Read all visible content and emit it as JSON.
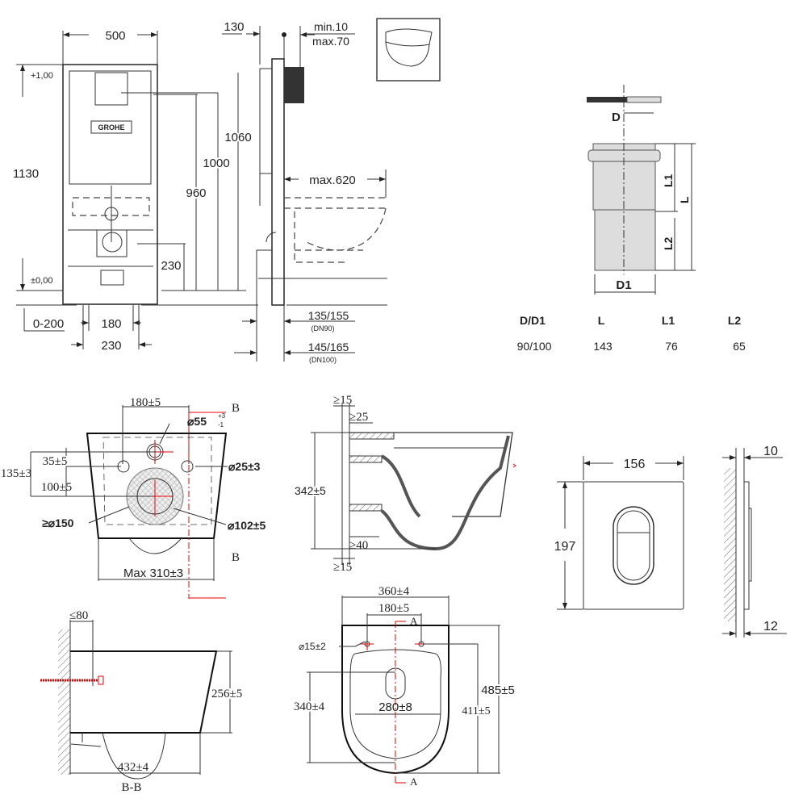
{
  "frame_front": {
    "width": "500",
    "height_total": "1130",
    "h_1060": "1060",
    "h_1000": "1000",
    "h_960": "960",
    "h_230": "230",
    "floor_range": "0-200",
    "spacing_180": "180",
    "spacing_230": "230",
    "level_top": "+1,00",
    "level_zero": "±0,00",
    "logo": "GROHE"
  },
  "frame_side": {
    "depth_130": "130",
    "min": "min.10",
    "max": "max.70",
    "max_620": "max.620",
    "dn90_dim": "135/155",
    "dn90": "(DN90)",
    "dn100_dim": "145/165",
    "dn100": "(DN100)"
  },
  "pipe": {
    "label_d": "D",
    "label_d1": "D1",
    "label_l": "L",
    "label_l1": "L1",
    "label_l2": "L2",
    "table": {
      "headers": [
        "D/D1",
        "L",
        "L1",
        "L2"
      ],
      "values": [
        "90/100",
        "143",
        "76",
        "65"
      ]
    }
  },
  "toilet_rear": {
    "spacing": "180±5",
    "section_b_top": "B",
    "section_b_bottom": "B",
    "outlet_dia": "⌀55",
    "outlet_tol_plus": "+3",
    "outlet_tol_minus": "-1",
    "dim_35": "35±5",
    "dim_135": "135±3",
    "dim_100": "100±5",
    "bolt_dia": "⌀25±3",
    "min_dia": "≥⌀150",
    "drain_dia": "⌀102±5",
    "max_width": "Max 310±3"
  },
  "toilet_section": {
    "gap_top": "≥15",
    "gap_25": "≥25",
    "height": "342±5",
    "gap_40": "≥40",
    "gap_bottom": "≥15"
  },
  "toilet_bb": {
    "bolt_len": "≤80",
    "height": "256±5",
    "length": "432±4",
    "caption": "B-B"
  },
  "toilet_top": {
    "width": "360±4",
    "spacing": "180±5",
    "section_a_top": "A",
    "section_a_bottom": "A",
    "hole_dia": "⌀15±2",
    "dim_340": "340±4",
    "dim_280": "280±8",
    "dim_485": "485±5",
    "dim_411": "411±5"
  },
  "flush_plate": {
    "width": "156",
    "height": "197",
    "depth_10": "10",
    "depth_12": "12"
  },
  "colors": {
    "line": "#333333",
    "red": "#ee0000",
    "fill": "#dddddd"
  }
}
